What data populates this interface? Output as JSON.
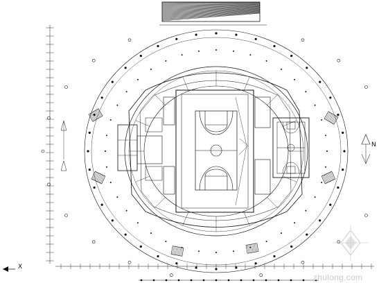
{
  "drawing": {
    "axis_label": "X",
    "north_label": "N",
    "watermark": "zhulong.com"
  },
  "colors": {
    "ink": "#111111",
    "court": "#222222",
    "watermark": "#cfcfcf"
  },
  "icons": {
    "axis": "axis-arrow-icon",
    "north": "north-arrow-icon",
    "logo": "zhulong-watermark-icon"
  }
}
